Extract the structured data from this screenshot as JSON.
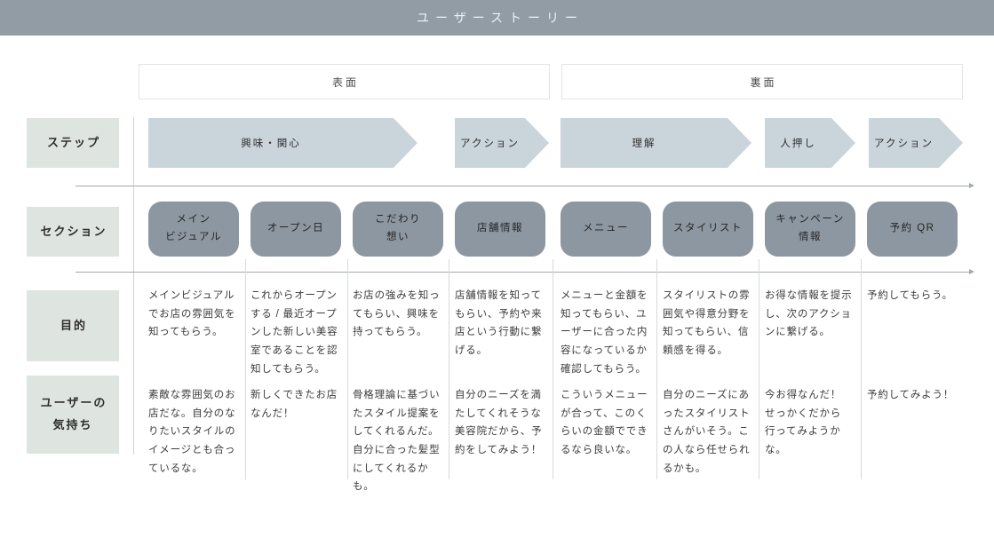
{
  "header": {
    "title": "ユーザーストーリー"
  },
  "phases": [
    {
      "label": "表面"
    },
    {
      "label": "裏面"
    }
  ],
  "row_labels": {
    "step": "ステップ",
    "section": "セクション",
    "purpose": "目的",
    "feeling": "ユーザーの\n気持ち"
  },
  "steps": [
    {
      "label": "興味・関心"
    },
    {
      "label": "アクション"
    },
    {
      "label": "理解"
    },
    {
      "label": "人押し"
    },
    {
      "label": "アクション"
    }
  ],
  "columns": [
    {
      "section": "メイン\nビジュアル",
      "purpose": "メインビジュアルでお店の雰囲気を知ってもらう。",
      "feeling": "素敵な雰囲気のお店だな。自分のなりたいスタイルのイメージとも合っているな。"
    },
    {
      "section": "オープン日",
      "purpose": "これからオープンする / 最近オープンした新しい美容室であることを認知してもらう。",
      "feeling": "新しくできたお店なんだ！"
    },
    {
      "section": "こだわり\n想い",
      "purpose": "お店の強みを知ってもらい、興味を持ってもらう。",
      "feeling": "骨格理論に基づいたスタイル提案をしてくれるんだ。自分に合った髪型にしてくれるかも。"
    },
    {
      "section": "店舗情報",
      "purpose": "店舗情報を知ってもらい、予約や来店という行動に繋げる。",
      "feeling": "自分のニーズを満たしてくれそうな美容院だから、予約をしてみよう！"
    },
    {
      "section": "メニュー",
      "purpose": "メニューと金額を知ってもらい、ユーザーに合った内容になっているか確認してもらう。",
      "feeling": "こういうメニューが合って、このくらいの金額でできるなら良いな。"
    },
    {
      "section": "スタイリスト",
      "purpose": "スタイリストの雰囲気や得意分野を知ってもらい、信頼感を得る。",
      "feeling": "自分のニーズにあったスタイリストさんがいそう。この人なら任せられるかも。"
    },
    {
      "section": "キャンペーン\n情報",
      "purpose": "お得な情報を提示し、次のアクションに繋げる。",
      "feeling": "今お得なんだ！\nせっかくだから\n行ってみようかな。"
    },
    {
      "section": "予約 QR",
      "purpose": "予約してもらう。",
      "feeling": "予約してみよう！"
    }
  ],
  "colors": {
    "header_bg": "#929ca5",
    "row_label_bg": "#dee4e0",
    "arrow_fill": "#cad4db",
    "pill_fill": "#8d97a1"
  }
}
